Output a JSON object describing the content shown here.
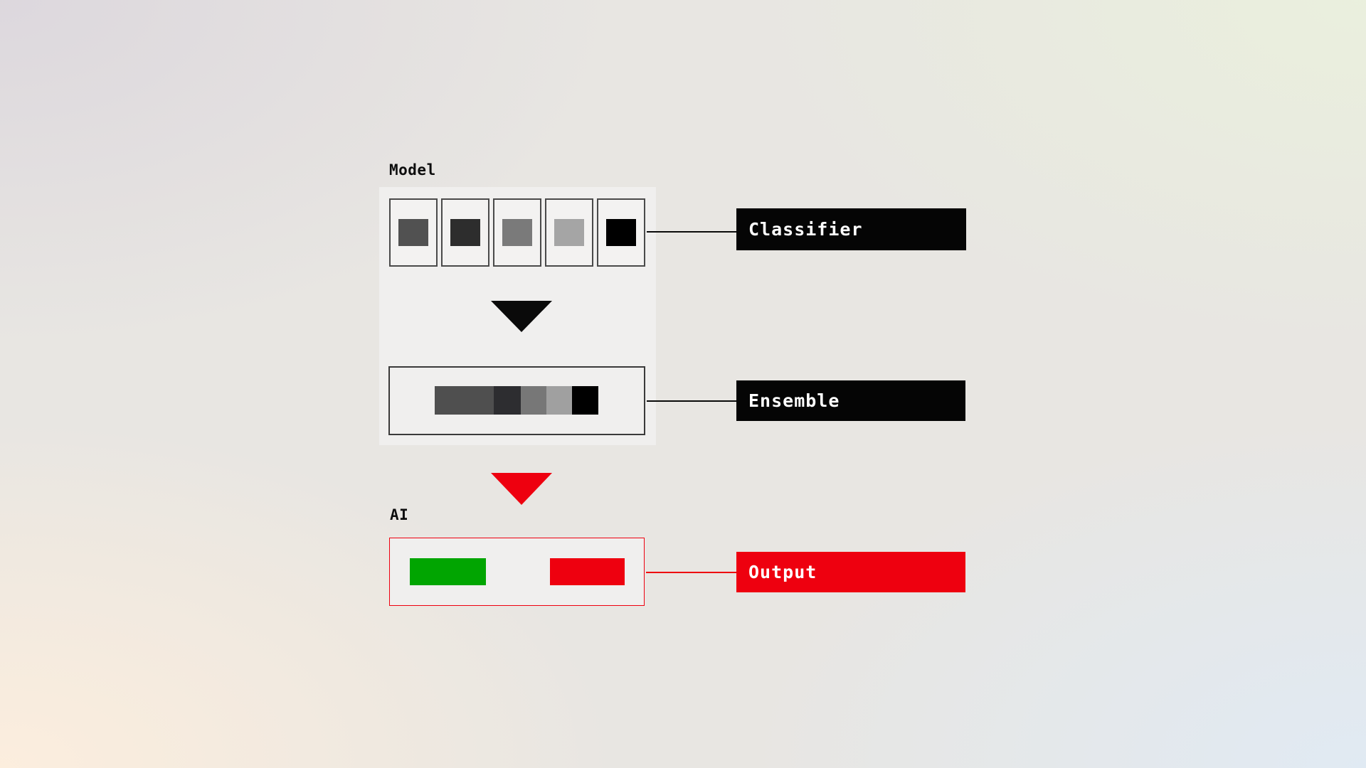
{
  "background": {
    "corner_top_left": "#dcd7dd",
    "corner_top_right": "#eaf0dd",
    "corner_bottom_left": "#fdeedd",
    "corner_bottom_right": "#e0eaf4",
    "base": "#e8e6e2",
    "panel": "#f0efee"
  },
  "model_section": {
    "title": "Model",
    "classifier_row": {
      "cell_border_color": "#4a4a4a",
      "cell_background": "#f3f2f1",
      "squares": [
        {
          "color": "#515151"
        },
        {
          "color": "#2d2d2d"
        },
        {
          "color": "#7a7a7a"
        },
        {
          "color": "#a5a5a5"
        },
        {
          "color": "#000000"
        }
      ]
    },
    "ensemble": {
      "box_border_color": "#3a3a3a",
      "segments": [
        {
          "color": "#4f4f4f"
        },
        {
          "color": "#2d2d30"
        },
        {
          "color": "#777777"
        },
        {
          "color": "#a0a0a0"
        },
        {
          "color": "#000000"
        }
      ]
    }
  },
  "ai_section": {
    "title": "AI",
    "box_border_color": "#ee000f",
    "outputs": [
      {
        "name": "green-output",
        "color": "#01a501"
      },
      {
        "name": "red-output",
        "color": "#ee000f"
      }
    ]
  },
  "arrows": [
    {
      "name": "model-to-ensemble-arrow",
      "color": "#0a0a0a"
    },
    {
      "name": "ensemble-to-ai-arrow",
      "color": "#ee000f"
    }
  ],
  "callouts": [
    {
      "label": "Classifier",
      "bg": "#050505",
      "text_color": "#ffffff",
      "line_color": "#0a0a0a"
    },
    {
      "label": "Ensemble",
      "bg": "#050505",
      "text_color": "#ffffff",
      "line_color": "#0a0a0a"
    },
    {
      "label": "Output",
      "bg": "#ee000f",
      "text_color": "#ffffff",
      "line_color": "#ee000f"
    }
  ]
}
